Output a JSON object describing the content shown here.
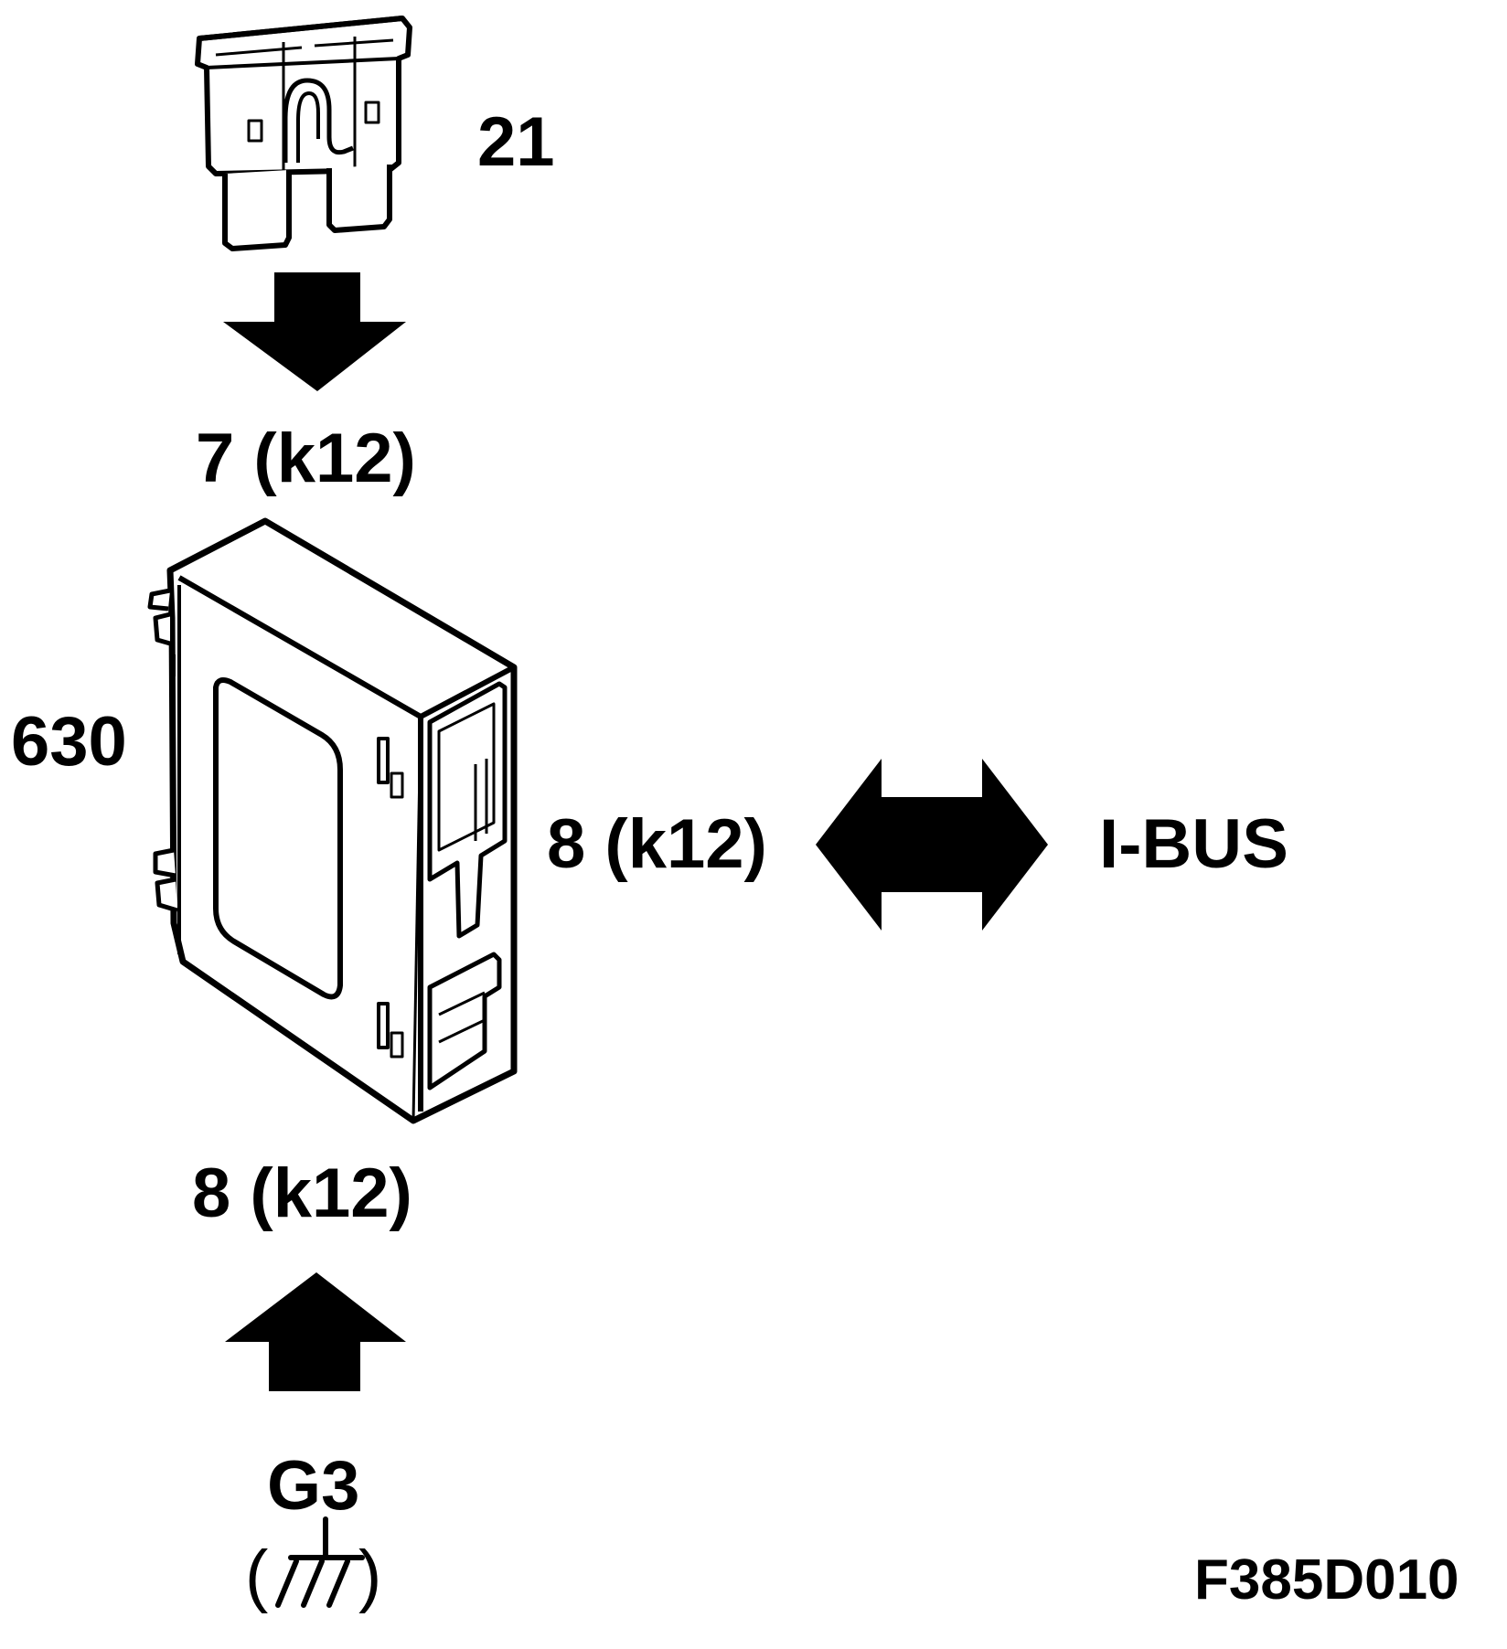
{
  "fuse": {
    "label": "21"
  },
  "module": {
    "label": "630"
  },
  "connectors": {
    "top": "7 (k12)",
    "right": "8 (k12)",
    "bottom": "8 (k12)"
  },
  "bus": {
    "label": "I-BUS"
  },
  "ground": {
    "label": "G3",
    "paren_open": "(",
    "paren_close": ")"
  },
  "figure": {
    "code": "F385D010"
  },
  "colors": {
    "ink": "#000000",
    "paper": "#ffffff"
  },
  "icons": {
    "fuse": "blade-fuse-icon",
    "module": "control-module-icon",
    "ground": "ground-symbol-icon",
    "arrow_down": "arrow-down-icon",
    "arrow_up": "arrow-up-icon",
    "arrow_both": "double-arrow-icon"
  }
}
